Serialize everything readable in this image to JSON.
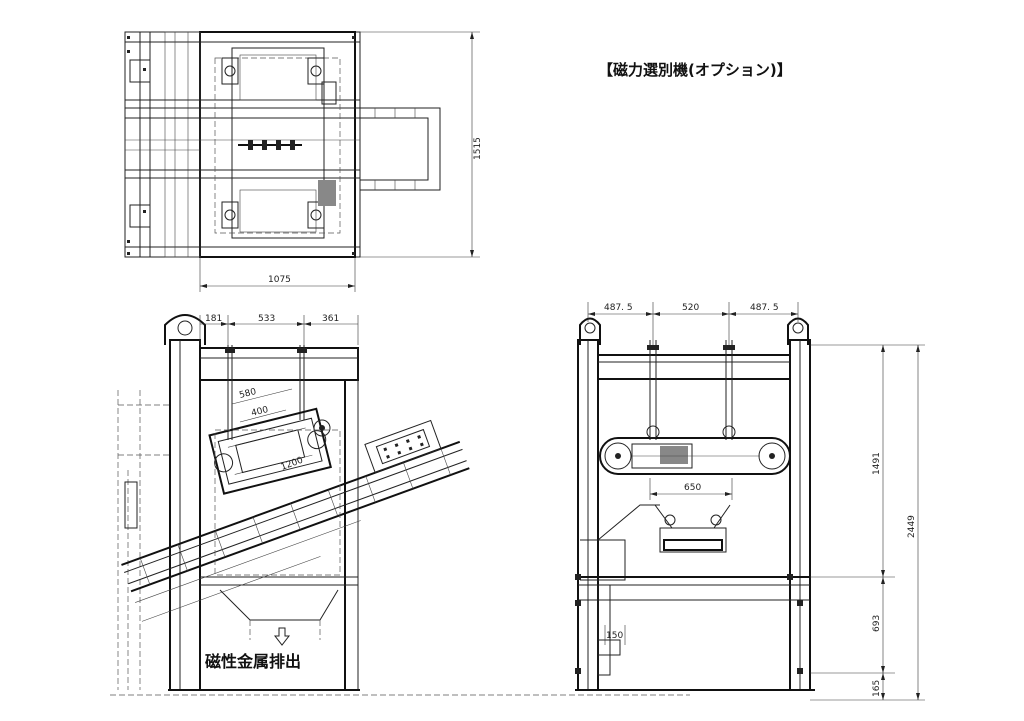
{
  "drawing": {
    "title": "【磁力選別機(オプション)】",
    "note_discharge": "磁性金属排出"
  },
  "dimensions": {
    "top_view_width": "1075",
    "top_view_depth": "1515",
    "side_dim_1": "181",
    "side_dim_2": "533",
    "side_dim_3": "361",
    "side_dim_belt_outer": "580",
    "side_dim_belt_inner": "400",
    "side_dim_belt_length": "1200",
    "front_dim_left": "487. 5",
    "front_dim_center": "520",
    "front_dim_right": "487. 5",
    "front_dim_pulley": "650",
    "front_dim_chute": "150",
    "front_height_upper": "1491",
    "front_height_total": "2449",
    "front_height_lower": "693",
    "front_height_base": "165"
  }
}
